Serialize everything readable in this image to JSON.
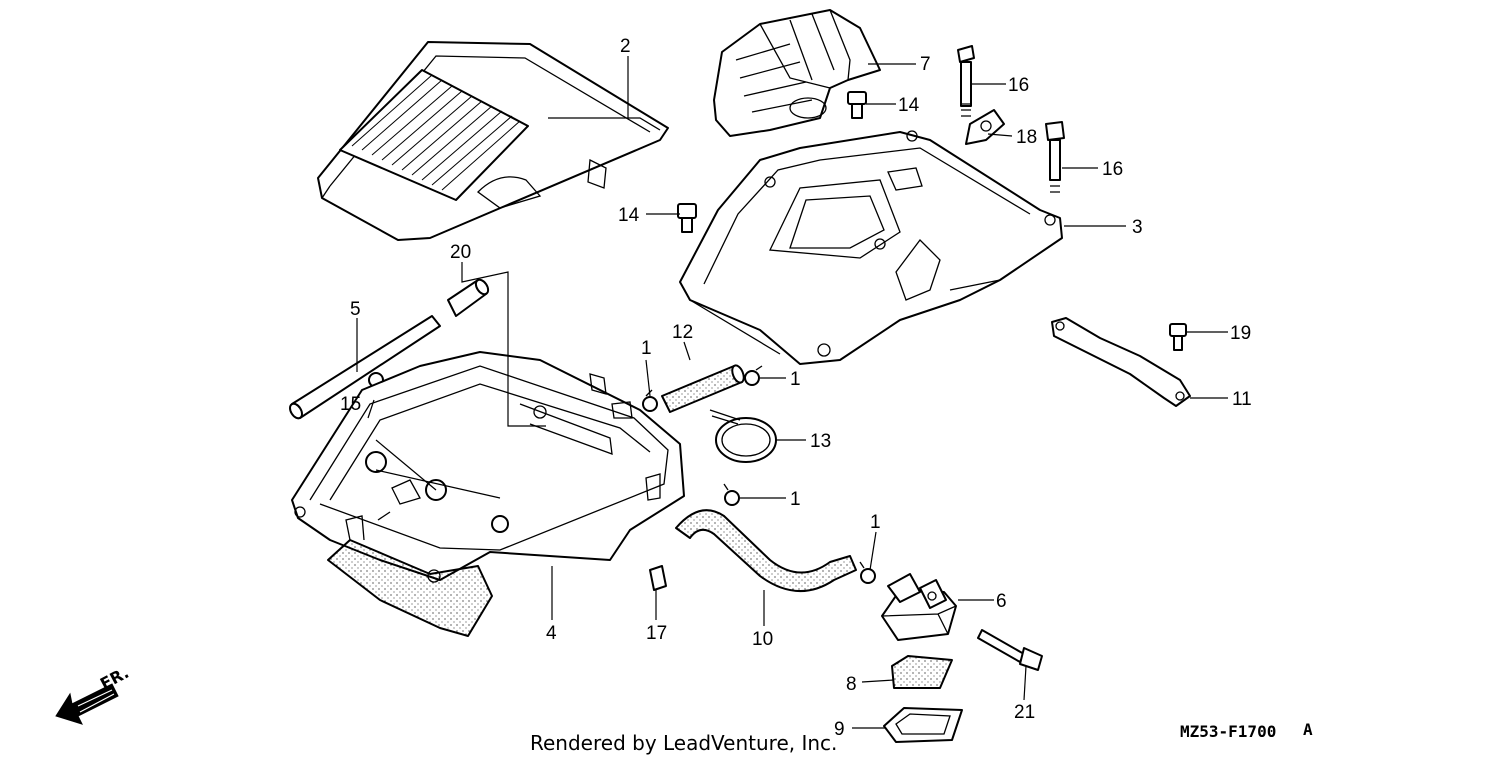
{
  "diagram": {
    "callouts": [
      {
        "id": "c2",
        "label": "2"
      },
      {
        "id": "c7",
        "label": "7"
      },
      {
        "id": "c16a",
        "label": "16"
      },
      {
        "id": "c14a",
        "label": "14"
      },
      {
        "id": "c18",
        "label": "18"
      },
      {
        "id": "c16b",
        "label": "16"
      },
      {
        "id": "c14b",
        "label": "14"
      },
      {
        "id": "c3",
        "label": "3"
      },
      {
        "id": "c20",
        "label": "20"
      },
      {
        "id": "c5",
        "label": "5"
      },
      {
        "id": "c12",
        "label": "12"
      },
      {
        "id": "c1a",
        "label": "1"
      },
      {
        "id": "c1b",
        "label": "1"
      },
      {
        "id": "c15",
        "label": "15"
      },
      {
        "id": "c19",
        "label": "19"
      },
      {
        "id": "c11",
        "label": "11"
      },
      {
        "id": "c13",
        "label": "13"
      },
      {
        "id": "c1c",
        "label": "1"
      },
      {
        "id": "c1d",
        "label": "1"
      },
      {
        "id": "c6",
        "label": "6"
      },
      {
        "id": "c4",
        "label": "4"
      },
      {
        "id": "c17",
        "label": "17"
      },
      {
        "id": "c10",
        "label": "10"
      },
      {
        "id": "c21",
        "label": "21"
      },
      {
        "id": "c8",
        "label": "8"
      },
      {
        "id": "c9",
        "label": "9"
      }
    ],
    "direction_label": "FR.",
    "footer_text": "Rendered by LeadVenture, Inc.",
    "diagram_code": "MZ53-F1700",
    "diagram_suffix": "A"
  }
}
